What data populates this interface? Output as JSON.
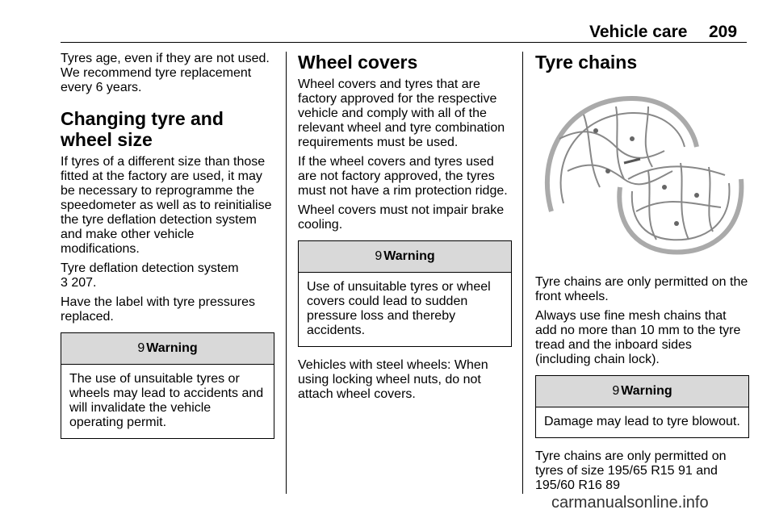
{
  "header": {
    "title": "Vehicle care",
    "page_number": "209"
  },
  "col1": {
    "intro": "Tyres age, even if they are not used. We recommend tyre replacement every 6 years.",
    "heading": "Changing tyre and wheel size",
    "p1": "If tyres of a different size than those fitted at the factory are used, it may be necessary to reprogramme the speedometer as well as to reinitialise the tyre deflation detection system and make other vehicle modifications.",
    "p2": "Tyre deflation detection system",
    "p2_ref": "3 207.",
    "p3": "Have the label with tyre pressures replaced.",
    "warning": {
      "icon": "9",
      "title": "Warning",
      "body": "The use of unsuitable tyres or wheels may lead to accidents and will invalidate the vehicle operating permit."
    }
  },
  "col2": {
    "heading": "Wheel covers",
    "p1": "Wheel covers and tyres that are factory approved for the respective vehicle and comply with all of the relevant wheel and tyre combination requirements must be used.",
    "p2": "If the wheel covers and tyres used are not factory approved, the tyres must not have a rim protection ridge.",
    "p3": "Wheel covers must not impair brake cooling.",
    "warning": {
      "icon": "9",
      "title": "Warning",
      "body": "Use of unsuitable tyres or wheel covers could lead to sudden pressure loss and thereby accidents."
    },
    "p4": "Vehicles with steel wheels: When using locking wheel nuts, do not attach wheel covers."
  },
  "col3": {
    "heading": "Tyre chains",
    "p1": "Tyre chains are only permitted on the front wheels.",
    "p2": "Always use fine mesh chains that add no more than 10 mm to the tyre tread and the inboard sides (including chain lock).",
    "warning": {
      "icon": "9",
      "title": "Warning",
      "body": "Damage may lead to tyre blowout."
    },
    "p3": "Tyre chains are only permitted on tyres of size 195/65 R15 91 and 195/60 R16 89"
  },
  "watermark": "carmanualsonline.info"
}
